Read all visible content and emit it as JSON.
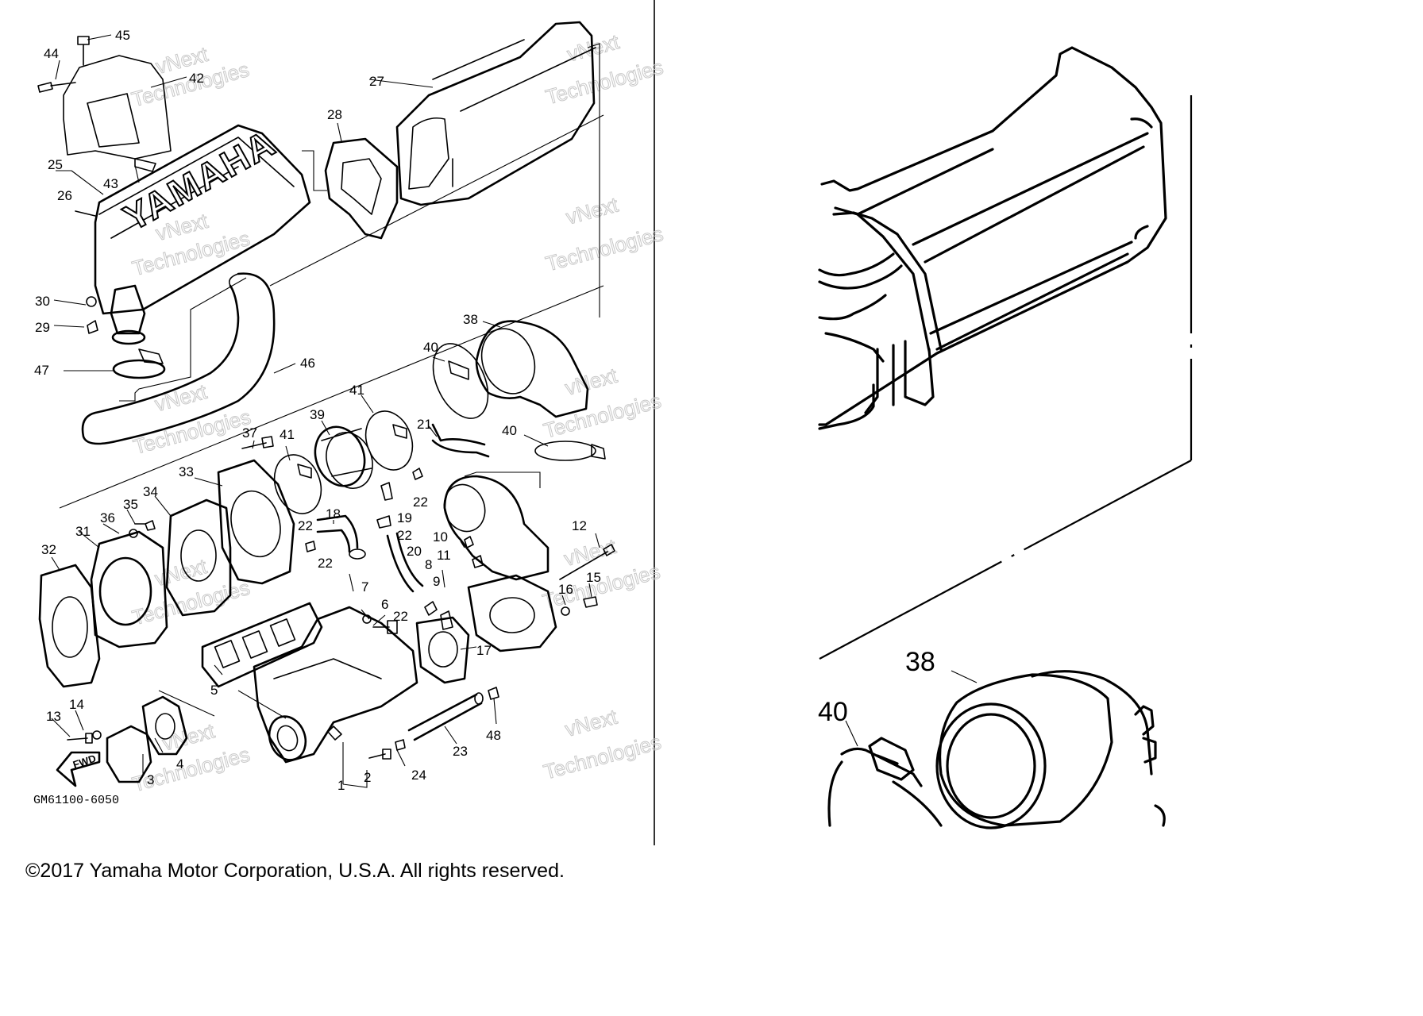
{
  "diagram": {
    "callouts": [
      "1",
      "2",
      "3",
      "4",
      "5",
      "6",
      "7",
      "8",
      "9",
      "10",
      "11",
      "12",
      "13",
      "14",
      "15",
      "16",
      "17",
      "18",
      "19",
      "20",
      "21",
      "22",
      "23",
      "24",
      "25",
      "26",
      "27",
      "28",
      "29",
      "30",
      "31",
      "32",
      "33",
      "34",
      "35",
      "36",
      "37",
      "38",
      "39",
      "40",
      "41",
      "42",
      "43",
      "44",
      "45",
      "46",
      "47",
      "48"
    ],
    "brand_text": "YAMAHA",
    "fwd_label": "FWD",
    "drawing_code": "GM61100-6050",
    "watermark_line1": "vNext",
    "watermark_line2": "Technologies",
    "detail_callouts": [
      "38",
      "40"
    ],
    "icons": [
      "fwd-arrow-icon"
    ]
  },
  "footer": {
    "copyright": "©2017 Yamaha Motor Corporation, U.S.A. All rights reserved."
  }
}
